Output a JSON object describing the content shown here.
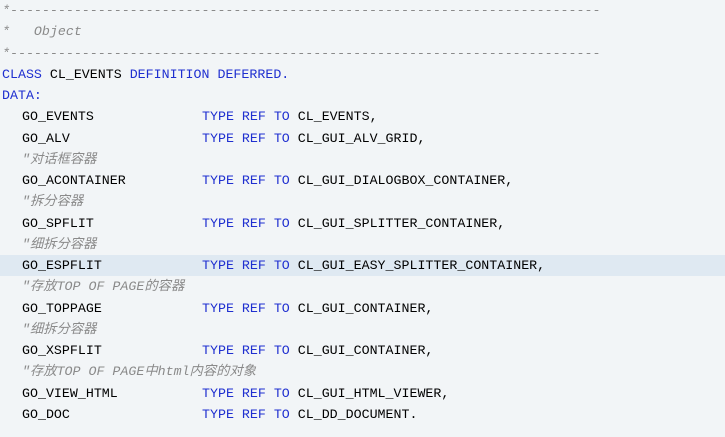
{
  "header": {
    "sep_top": "*--------------------------------------------------------------------------",
    "title_line": "*   Object",
    "sep_bottom": "*--------------------------------------------------------------------------"
  },
  "class_line": {
    "kw1": "CLASS",
    "name": "CL_EVENTS",
    "kw2": "DEFINITION DEFERRED."
  },
  "data_kw": "DATA:",
  "type_kw": "TYPE REF TO",
  "lines": [
    {
      "kind": "decl",
      "var": "GO_EVENTS",
      "type": "CL_EVENTS,",
      "highlight": false
    },
    {
      "kind": "decl",
      "var": "GO_ALV",
      "type": "CL_GUI_ALV_GRID,",
      "highlight": false
    },
    {
      "kind": "comment",
      "text": "\"对话框容器"
    },
    {
      "kind": "decl",
      "var": "GO_ACONTAINER",
      "type": "CL_GUI_DIALOGBOX_CONTAINER,",
      "highlight": false
    },
    {
      "kind": "comment",
      "text": "\"拆分容器"
    },
    {
      "kind": "decl",
      "var": "GO_SPFLIT",
      "type": "CL_GUI_SPLITTER_CONTAINER,",
      "highlight": false
    },
    {
      "kind": "comment",
      "text": "\"细拆分容器"
    },
    {
      "kind": "decl",
      "var": "GO_ESPFLIT",
      "type": "CL_GUI_EASY_SPLITTER_CONTAINER,",
      "highlight": true
    },
    {
      "kind": "comment",
      "text": "\"存放TOP OF PAGE的容器"
    },
    {
      "kind": "decl",
      "var": "GO_TOPPAGE",
      "type": "CL_GUI_CONTAINER,",
      "highlight": false
    },
    {
      "kind": "comment",
      "text": "\"细拆分容器"
    },
    {
      "kind": "decl",
      "var": "GO_XSPFLIT",
      "type": "CL_GUI_CONTAINER,",
      "highlight": false
    },
    {
      "kind": "comment",
      "text": "\"存放TOP OF PAGE中html内容的对象"
    },
    {
      "kind": "decl",
      "var": "GO_VIEW_HTML",
      "type": "CL_GUI_HTML_VIEWER,",
      "highlight": false
    },
    {
      "kind": "decl",
      "var": "GO_DOC",
      "type": "CL_DD_DOCUMENT.",
      "highlight": false
    }
  ]
}
